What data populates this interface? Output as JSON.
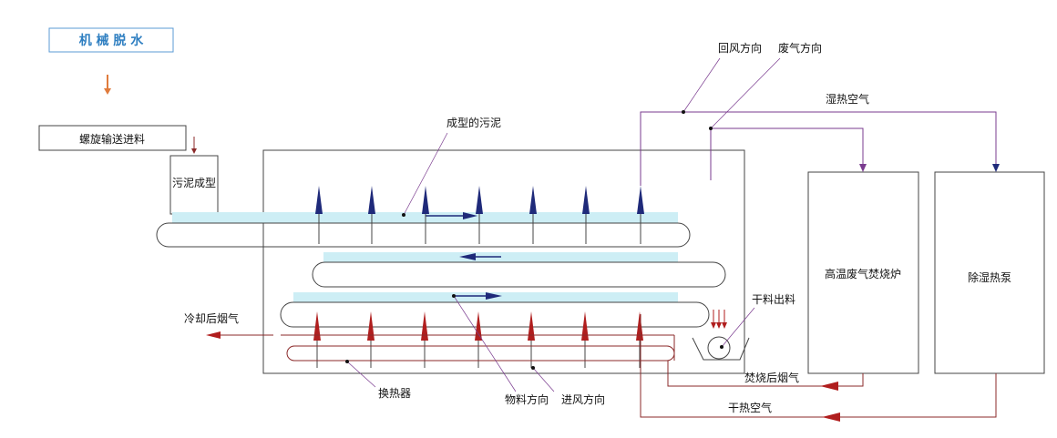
{
  "title_box": "机 械 脱 水",
  "feed_box": "螺旋输送进料",
  "forming_box": "污泥成型",
  "incinerator": "高温废气焚烧炉",
  "heat_pump": "除湿热泵",
  "labels": {
    "formed_sludge": "成型的污泥",
    "return_air_dir": "回风方向",
    "exhaust_dir": "废气方向",
    "humid_hot_air": "湿热空气",
    "cooled_flue_gas": "冷却后烟气",
    "dry_discharge": "干料出料",
    "after_burn_flue_gas": "焚烧后烟气",
    "dry_hot_air": "干热空气",
    "heat_exchanger": "换热器",
    "material_dir": "物料方向",
    "inlet_air_dir": "进风方向"
  },
  "colors": {
    "title_text": "#2f7fc1",
    "title_border": "#5b9bd5",
    "process_arrow": "#e07b3c",
    "air_line": "#7a3b8f",
    "flue_line": "#8b2a2a",
    "blue_arrow": "#1f2a7a",
    "red_arrow": "#b01e1e",
    "belt_fill": "#cdeef5"
  }
}
